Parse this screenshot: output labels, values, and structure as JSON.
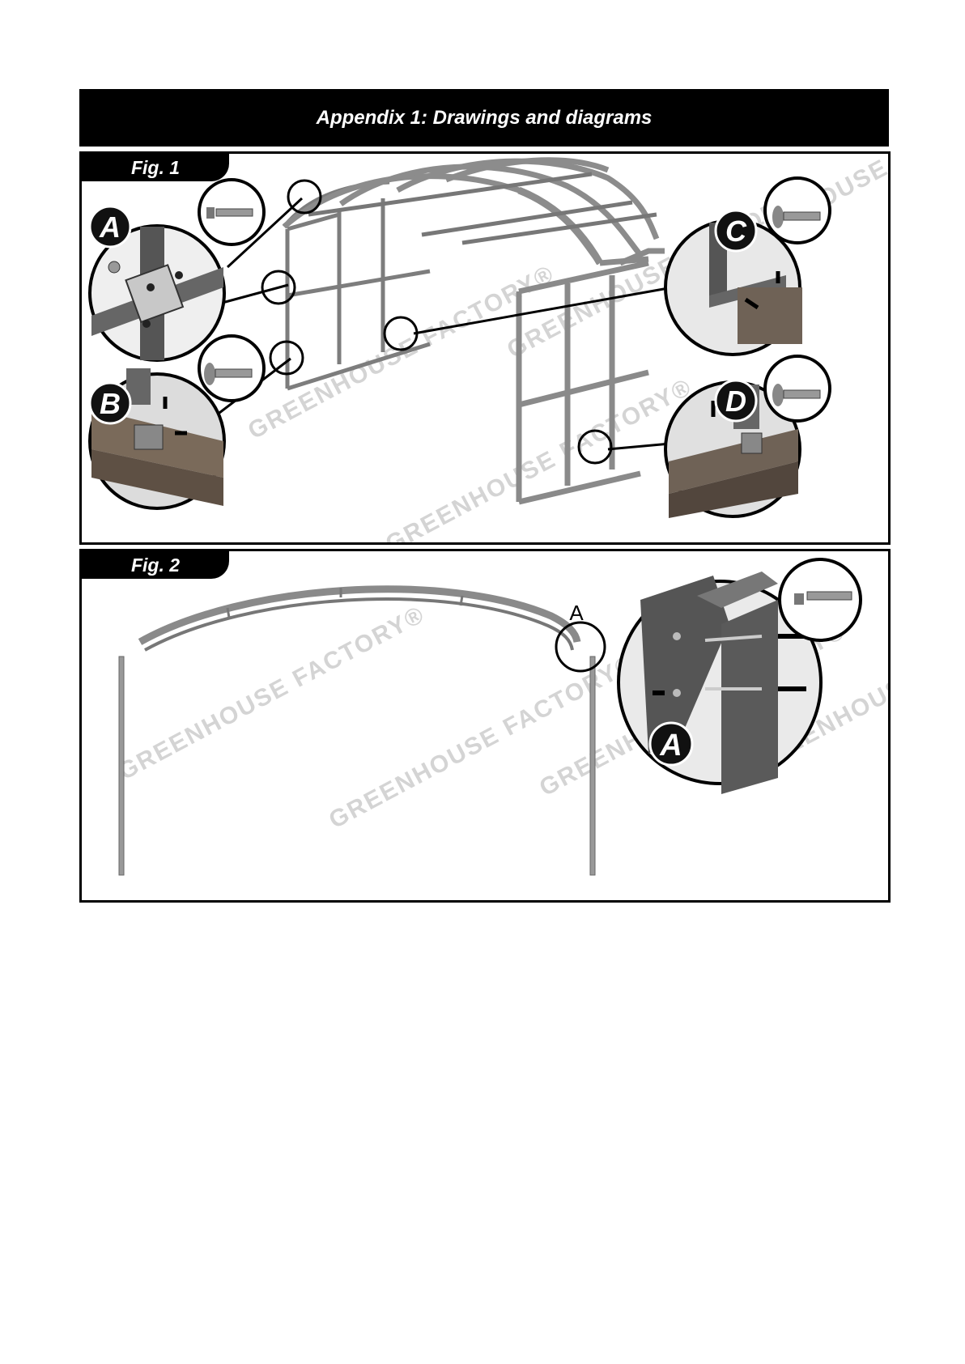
{
  "header": {
    "title": "Appendix 1: Drawings and diagrams"
  },
  "figures": [
    {
      "label": "Fig. 1",
      "callouts": [
        "A",
        "B",
        "C",
        "D"
      ]
    },
    {
      "label": "Fig. 2",
      "callouts": [
        "A",
        "A"
      ]
    }
  ],
  "watermark": {
    "text": "GREENHOUSE FACTORY®"
  },
  "colors": {
    "frame": "#000000",
    "steel": "#9a9a9a",
    "dark": "#4a4a4a",
    "wood": "#7a6a5a"
  }
}
